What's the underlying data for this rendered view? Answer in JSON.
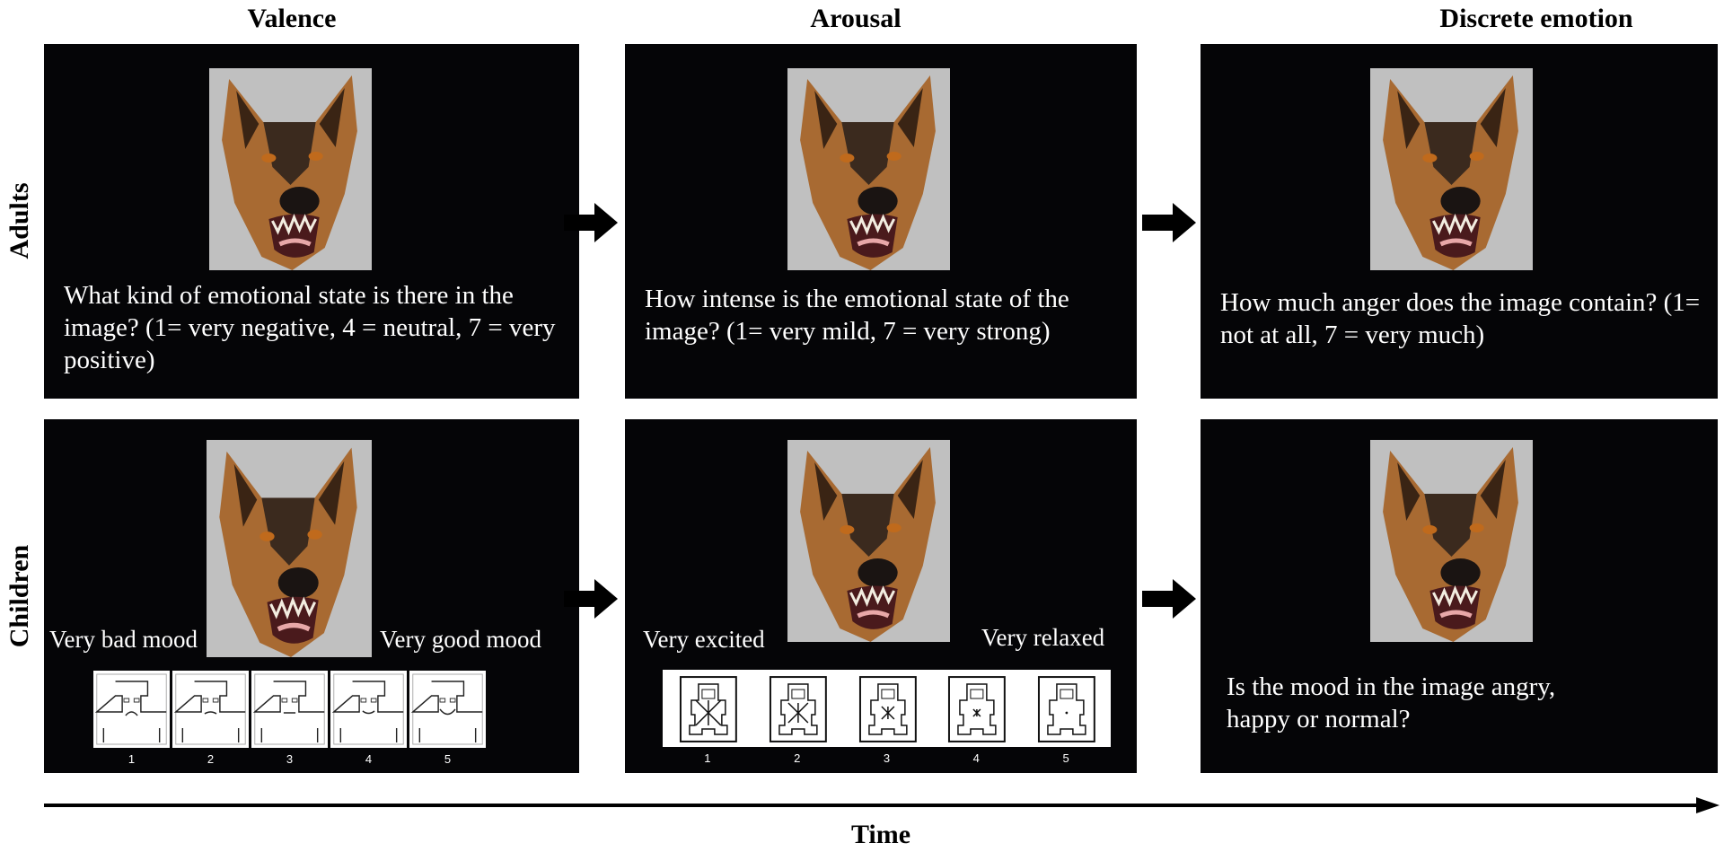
{
  "columns": {
    "valence": "Valence",
    "arousal": "Arousal",
    "discrete": "Discrete emotion"
  },
  "rows": {
    "adults": "Adults",
    "children": "Children"
  },
  "adults": {
    "valence_question": "What kind of emotional state is there in the image? (1= very negative, 4 = neutral, 7 = very positive)",
    "arousal_question": "How intense is the emotional state of the image? (1= very mild, 7 = very strong)",
    "discrete_question": "How much anger does the image contain? (1= not at all, 7 = very much)"
  },
  "children": {
    "valence_left": "Very bad mood",
    "valence_right": "Very good mood",
    "arousal_left": "Very excited",
    "arousal_right": "Very relaxed",
    "discrete_question": "Is the mood in the image angry, happy or normal?",
    "scale_numbers": [
      "1",
      "2",
      "3",
      "4",
      "5"
    ]
  },
  "time_label": "Time",
  "colors": {
    "panel": "#050507",
    "stimulus_bg": "#c0c0c0"
  }
}
